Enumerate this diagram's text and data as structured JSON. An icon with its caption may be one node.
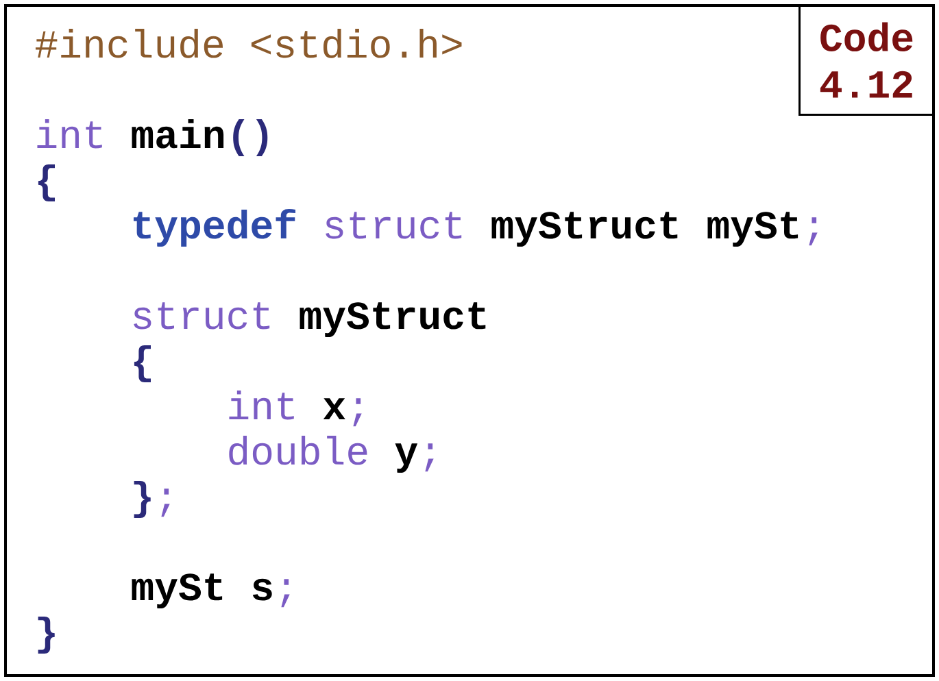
{
  "diagram": {
    "nodes": [
      {
        "text": [],
        "shape": "box"
      },
      {
        "text": [
          "Code 4.12"
        ],
        "in": 0
      }
    ],
    "labels": [
      "#include <stdio.h>",
      "int",
      "main",
      "()",
      "{",
      "typedef",
      "struct",
      "myStruct",
      "mySt",
      ";",
      "struct",
      "myStruct",
      "{",
      "int",
      "x",
      ";",
      "double",
      "y",
      ";",
      "}",
      ";",
      "mySt",
      "s",
      ";",
      "}"
    ]
  }
}
